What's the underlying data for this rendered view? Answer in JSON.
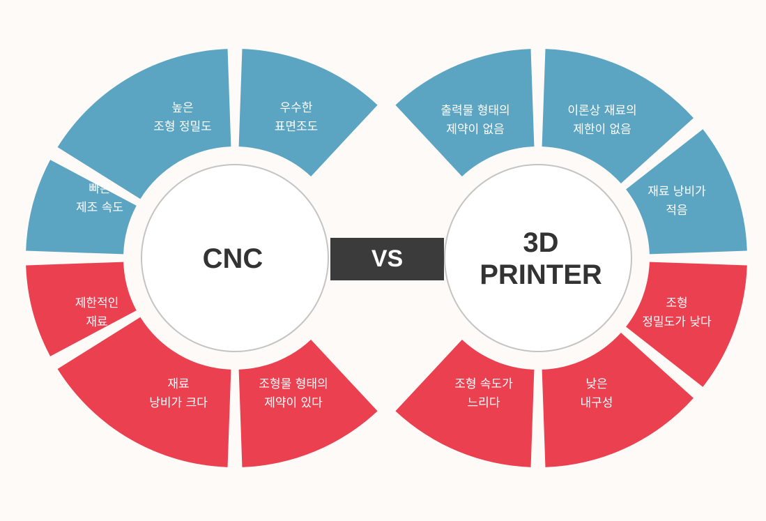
{
  "colors": {
    "blue": "#5ba4c2",
    "red": "#ea4050",
    "hub_fill": "#ffffff",
    "hub_stroke": "#c4c4c4",
    "vs_bar": "#3b3b3b",
    "background": "#fdfaf7"
  },
  "vs_label": "VS",
  "left": {
    "title": "CNC",
    "segments": [
      {
        "text": "빠른\n제조 속도",
        "color": "blue"
      },
      {
        "text": "높은\n조형 정밀도",
        "color": "blue"
      },
      {
        "text": "우수한\n표면조도",
        "color": "blue"
      },
      {
        "text": "조형물 형태의\n제약이 있다",
        "color": "red"
      },
      {
        "text": "재료\n낭비가 크다",
        "color": "red"
      },
      {
        "text": "제한적인\n재료",
        "color": "red"
      }
    ]
  },
  "right": {
    "title": "3D\nPRINTER",
    "segments": [
      {
        "text": "출력물 형태의\n제약이 없음",
        "color": "blue"
      },
      {
        "text": "이론상 재료의\n제한이 없음",
        "color": "blue"
      },
      {
        "text": "재료 낭비가\n적음",
        "color": "blue"
      },
      {
        "text": "조형\n정밀도가 낮다",
        "color": "red"
      },
      {
        "text": "낮은\n내구성",
        "color": "red"
      },
      {
        "text": "조형 속도가\n느리다",
        "color": "red"
      }
    ]
  }
}
